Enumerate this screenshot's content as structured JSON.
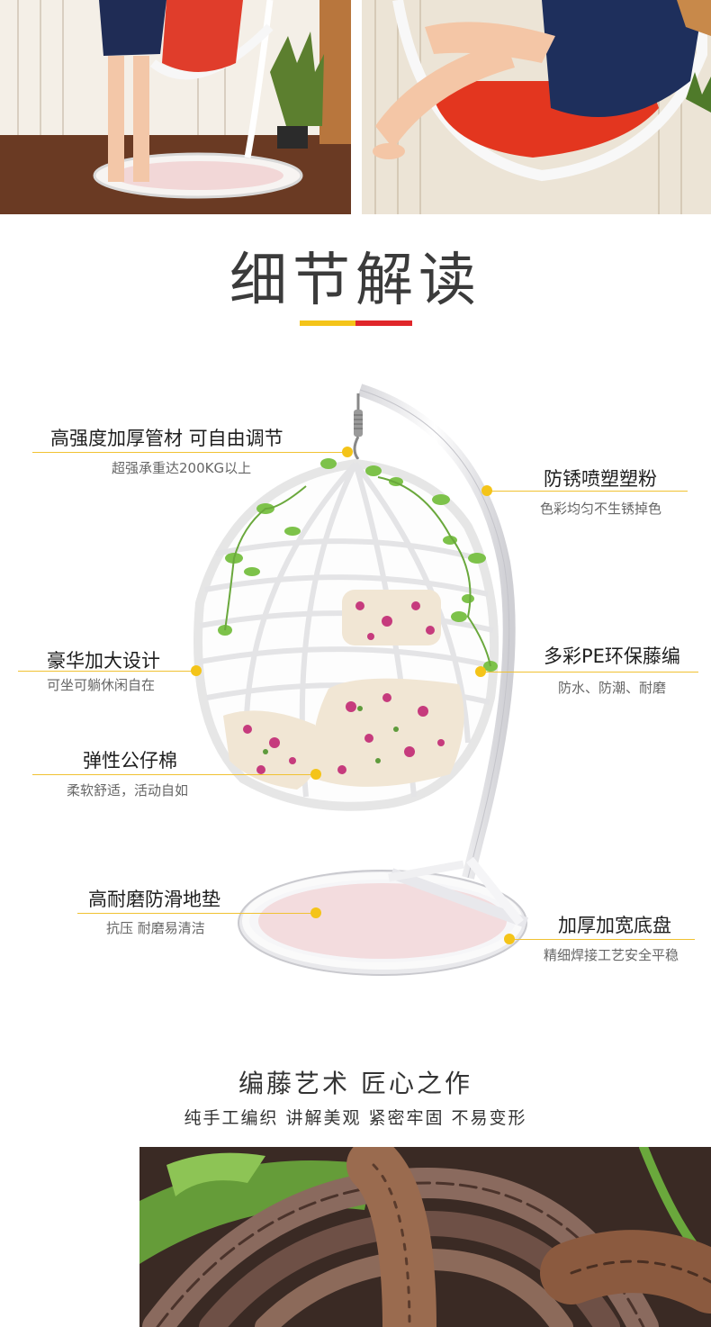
{
  "section_title": "细节解读",
  "accent_colors": {
    "yellow": "#f4c419",
    "red": "#e0262a",
    "gold_line": "#f1c232"
  },
  "features": [
    {
      "title": "高强度加厚管材 可自由调节",
      "subtitle": "超强承重达200KG以上"
    },
    {
      "title": "防锈喷塑塑粉",
      "subtitle": "色彩均匀不生锈掉色"
    },
    {
      "title": "豪华加大设计",
      "subtitle": "可坐可躺休闲自在"
    },
    {
      "title": "多彩PE环保藤编",
      "subtitle": "防水、防潮、耐磨"
    },
    {
      "title": "弹性公仔棉",
      "subtitle": "柔软舒适，活动自如"
    },
    {
      "title": "高耐磨防滑地垫",
      "subtitle": "抗压 耐磨易清洁"
    },
    {
      "title": "加厚加宽底盘",
      "subtitle": "精细焊接工艺安全平稳"
    }
  ],
  "craft": {
    "heading": "编藤艺术 匠心之作",
    "subheading": "纯手工编织 讲解美观 紧密牢固 不易变形"
  }
}
